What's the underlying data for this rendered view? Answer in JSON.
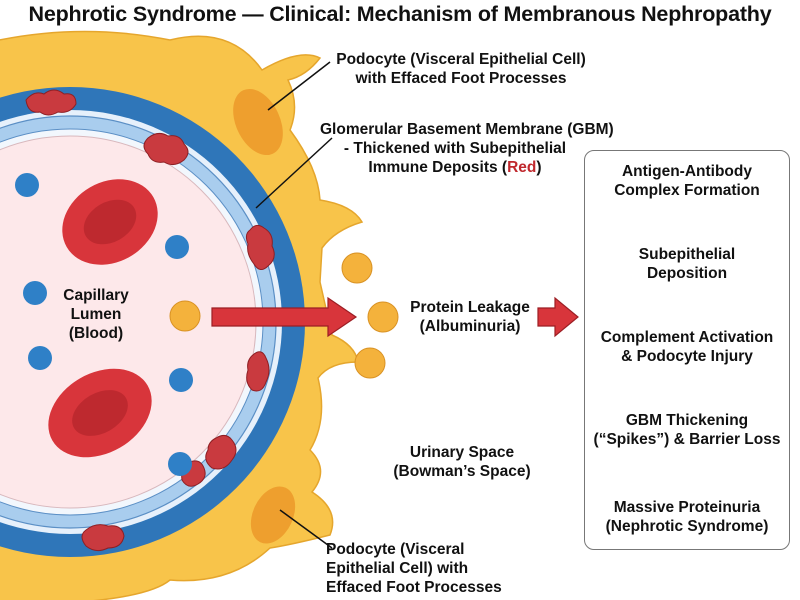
{
  "title": "Nephrotic Syndrome — Clinical: Mechanism of Membranous Nephropathy",
  "labels": {
    "podocyte_top": [
      "Podocyte (Visceral Epithelial Cell)",
      "with Effaced Foot Processes"
    ],
    "gbm": {
      "line1": "Glomerular Basement Membrane (GBM)",
      "line2": "- Thickened with Subepithelial",
      "line3_prefix": "Immune Deposits (",
      "line3_red": "Red",
      "line3_suffix": ")"
    },
    "capillary": [
      "Capillary",
      "Lumen",
      "(Blood)"
    ],
    "protein": [
      "Protein Leakage",
      "(Albuminuria)"
    ],
    "urinary": [
      "Urinary Space",
      "(Bowman’s Space)"
    ],
    "podocyte_bottom": [
      "Podocyte (Visceral",
      "Epithelial Cell) with",
      "Effaced Foot Processes"
    ]
  },
  "flow_steps": [
    [
      "Antigen-Antibody",
      "Complex Formation"
    ],
    [
      "Subepithelial",
      "Deposition"
    ],
    [
      "Complement Activation",
      "& Podocyte Injury"
    ],
    [
      "GBM Thickening",
      "(“Spikes”) & Barrier Loss"
    ],
    [
      "Massive Proteinuria",
      "(Nephrotic Syndrome)"
    ]
  ],
  "colors": {
    "gbm_blue": "#2f76b9",
    "lumen_pink": "#fde8ea",
    "endothelium_blue": "#a9cdee",
    "podocyte_yellow": "#f8c44a",
    "podocyte_body": "#ee9f2e",
    "deposit_red": "#c93a3f",
    "rbc_red": "#d8353b",
    "albumin_orange": "#f4b23c",
    "protein_blue": "#2f80c7",
    "arrow_red": "#d8353b"
  }
}
